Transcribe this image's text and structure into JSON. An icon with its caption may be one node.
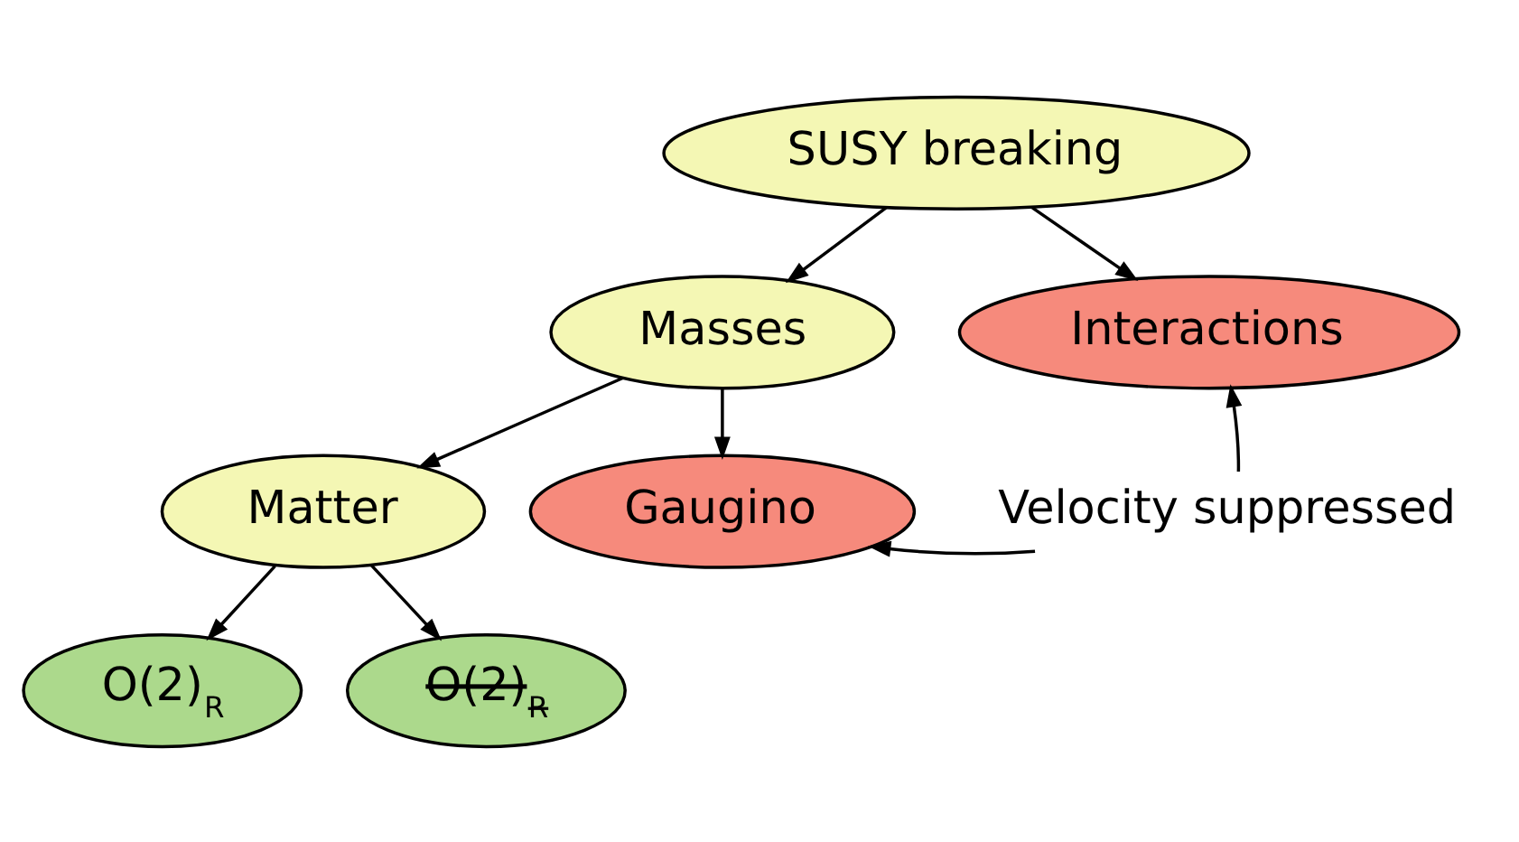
{
  "diagram": {
    "nodes": [
      {
        "text": [
          "SUSY breaking"
        ]
      },
      {
        "text": [
          "Masses"
        ]
      },
      {
        "text": [
          "Interactions"
        ]
      },
      {
        "text": [
          "Matter"
        ]
      },
      {
        "text": [
          "Gaugino"
        ]
      },
      {
        "text": [
          "Velocity suppressed"
        ]
      },
      {
        "text": [
          "O(2)$_{R}$"
        ]
      },
      {
        "text": [
          "O(2)$_{R}$"
        ]
      }
    ],
    "edges": [
      {
        "from": 0,
        "to": 1,
        "arrow": "to"
      },
      {
        "from": 0,
        "to": 2,
        "arrow": "to"
      },
      {
        "from": 1,
        "to": 3,
        "arrow": "to"
      },
      {
        "from": 1,
        "to": 4,
        "arrow": "to"
      },
      {
        "from": 3,
        "to": 6,
        "arrow": "to"
      },
      {
        "from": 3,
        "to": 7,
        "arrow": "to"
      },
      {
        "from": 5,
        "to": 4,
        "arrow": "to"
      },
      {
        "from": 5,
        "to": 2,
        "arrow": "to"
      }
    ]
  }
}
